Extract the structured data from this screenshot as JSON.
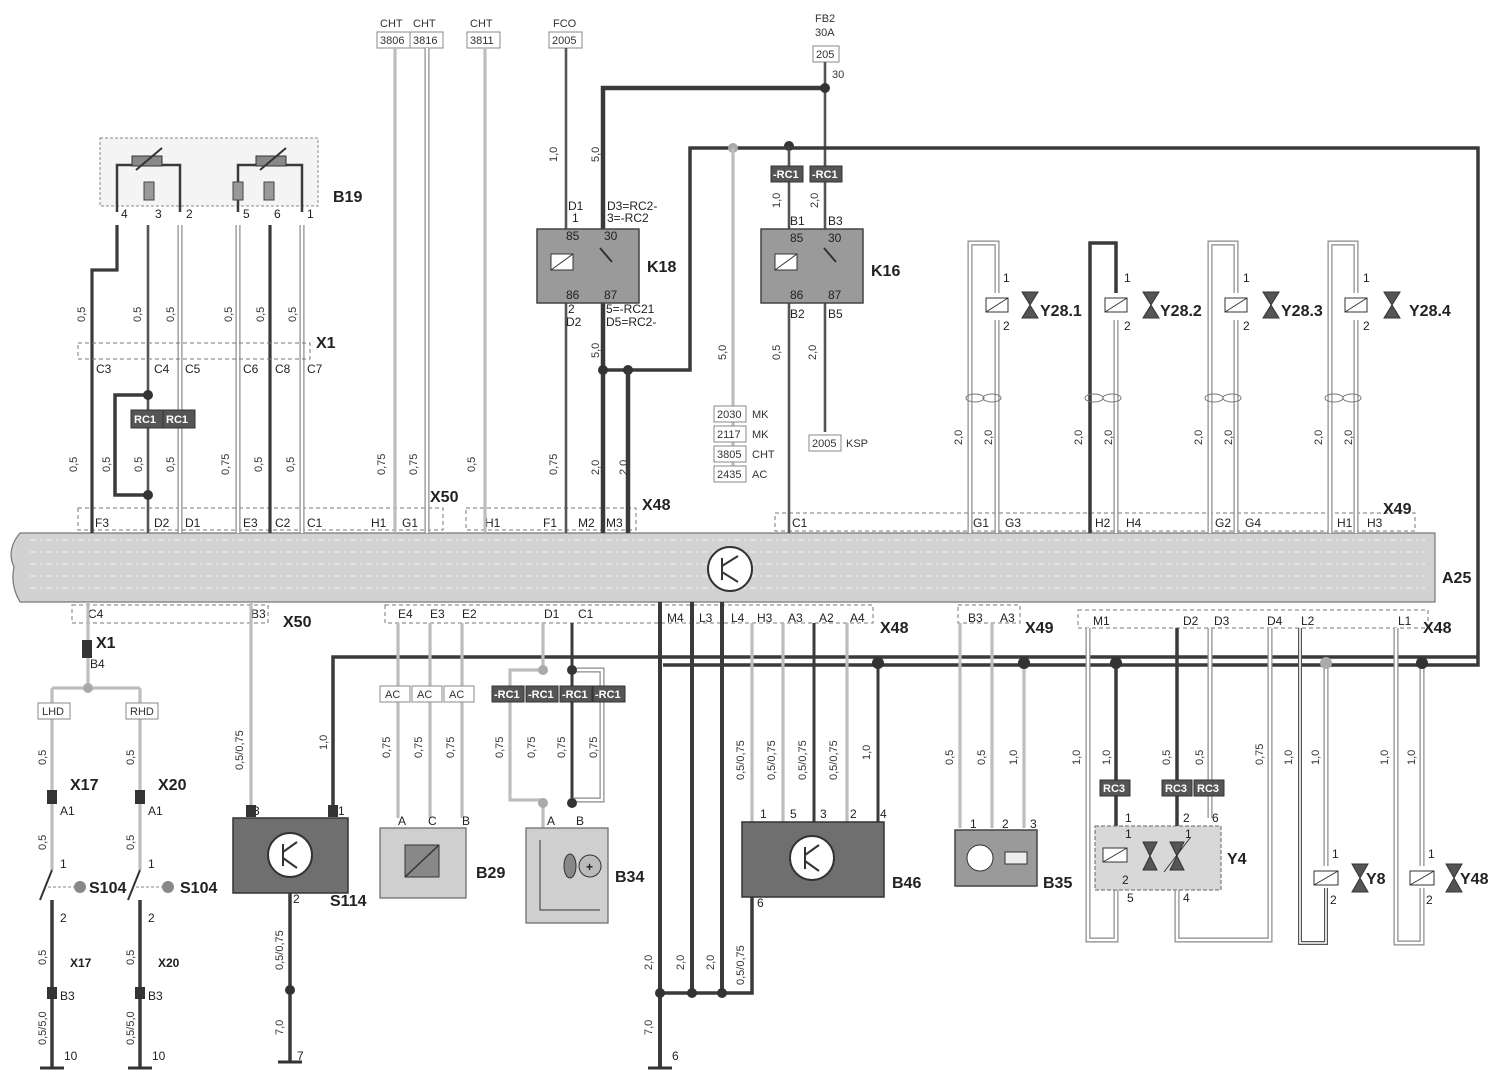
{
  "components": {
    "A25": "A25",
    "B19": "B19",
    "K18": "K18",
    "K16": "K16",
    "Y28_1": "Y28.1",
    "Y28_2": "Y28.2",
    "Y28_3": "Y28.3",
    "Y28_4": "Y28.4",
    "S114": "S114",
    "B29": "B29",
    "B34": "B34",
    "B46": "B46",
    "B35": "B35",
    "Y4": "Y4",
    "Y8": "Y8",
    "Y48": "Y48",
    "S104a": "S104",
    "S104b": "S104"
  },
  "connectors": {
    "X1_top": "X1",
    "X1_bot": "X1",
    "X50_top": "X50",
    "X50_bot": "X50",
    "X48_top": "X48",
    "X48_bot_a": "X48",
    "X48_bot_b": "X48",
    "X49_top": "X49",
    "X49_bot": "X49",
    "X17": "X17",
    "X20": "X20",
    "X17_b": "X17",
    "X20_b": "X20"
  },
  "top_refs": {
    "cht1": "CHT",
    "cht1_num": "3806",
    "cht2": "CHT",
    "cht2_num": "3816",
    "cht3": "CHT",
    "cht3_num": "3811",
    "fco": "FCO",
    "fco_num": "2005",
    "fb2": "FB2",
    "fb2_amp": "30A",
    "fb2_num": "205",
    "fb2_pin": "30"
  },
  "k18": {
    "d1": "D1",
    "p1": "1",
    "p85": "85",
    "p30": "30",
    "p86": "86",
    "p87": "87",
    "p2": "2",
    "d2": "D2",
    "note1": "D3=RC2-",
    "note2": "3=-RC2",
    "note3": "5=-RC21",
    "note4": "D5=RC2-"
  },
  "k16": {
    "b1": "B1",
    "b3": "B3",
    "p85": "85",
    "p30": "30",
    "p86": "86",
    "p87": "87",
    "b2": "B2",
    "b5": "B5",
    "rc1a": "-RC1",
    "rc1b": "-RC1"
  },
  "mid_refs": [
    {
      "num": "2030",
      "lbl": "MK"
    },
    {
      "num": "2117",
      "lbl": "MK"
    },
    {
      "num": "3805",
      "lbl": "CHT"
    },
    {
      "num": "2435",
      "lbl": "AC"
    }
  ],
  "ksp": {
    "num": "2005",
    "lbl": "KSP"
  },
  "rc_tags": {
    "rc1_a": "RC1",
    "rc1_b": "RC1",
    "rc1_n1": "-RC1",
    "rc1_n2": "-RC1",
    "rc1_n3": "-RC1",
    "rc1_n4": "-RC1",
    "rc3_a": "RC3",
    "rc3_b": "RC3",
    "rc3_c": "RC3"
  },
  "ac_tags": [
    "AC",
    "AC",
    "AC"
  ],
  "lhd": "LHD",
  "rhd": "RHD",
  "wire_sizes": {
    "s05": "0,5",
    "s075": "0,75",
    "s10": "1,0",
    "s20": "2,0",
    "s50": "5,0",
    "s70": "7,0",
    "s0505": "0,5/0,75",
    "s0550": "0,5/5,0"
  },
  "pins_top_a25": [
    "F3",
    "D2",
    "D1",
    "E3",
    "C2",
    "C1",
    "H1",
    "G1",
    "H1",
    "F1",
    "M2",
    "M3",
    "C1",
    "G1",
    "G3",
    "H2",
    "H4",
    "G2",
    "G4",
    "H1",
    "H3"
  ],
  "pins_bot_a25": [
    "C4",
    "B3",
    "E4",
    "E3",
    "E2",
    "D1",
    "C1",
    "M4",
    "L3",
    "L4",
    "H3",
    "A3",
    "A2",
    "A4",
    "B3",
    "A3",
    "M1",
    "D2",
    "D3",
    "D4",
    "L2",
    "L1"
  ],
  "x1_pins": [
    "C3",
    "C4",
    "C5",
    "C6",
    "C8",
    "C7"
  ],
  "b19_pins": [
    "4",
    "3",
    "2",
    "5",
    "6",
    "1"
  ],
  "ground_nums": [
    "10",
    "10",
    "7",
    "6"
  ],
  "misc": {
    "b4": "B4",
    "a1": "A1",
    "b3": "B3",
    "p1": "1",
    "p2": "2",
    "p3": "3",
    "p4": "4",
    "p5": "5",
    "p6": "6",
    "pA": "A",
    "pB": "B",
    "pC": "C",
    "pb4": "B4"
  }
}
